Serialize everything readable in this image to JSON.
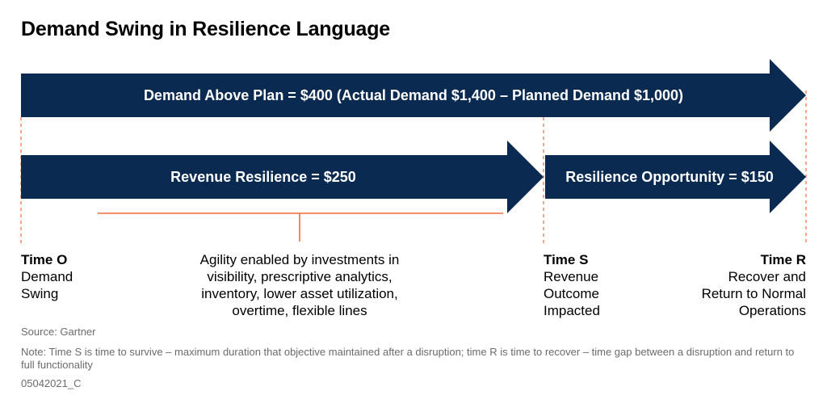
{
  "title": "Demand Swing in Resilience Language",
  "arrows": {
    "demand_above_plan": "Demand Above Plan = $400 (Actual Demand $1,400 – Planned Demand $1,000)",
    "revenue_resilience": "Revenue Resilience = $250",
    "resilience_opportunity": "Resilience Opportunity = $150"
  },
  "timeline": {
    "time_o": {
      "heading": "Time O",
      "text": "Demand\nSwing"
    },
    "time_s": {
      "heading": "Time S",
      "text": "Revenue\nOutcome\nImpacted"
    },
    "time_r": {
      "heading": "Time R",
      "text": "Recover and\nReturn to Normal\nOperations"
    }
  },
  "agility": "Agility enabled by investments in\nvisibility, prescriptive analytics,\ninventory,  lower asset utilization,\novertime, flexible lines",
  "footer": {
    "source": "Source: Gartner",
    "note": "Note: Time S is time to survive – maximum duration that objective maintained after a disruption; time R is time to recover – time gap between a disruption and return to full functionality",
    "code": "05042021_C"
  },
  "colors": {
    "arrow_fill": "#0a2a52",
    "accent_line": "#f26b3a"
  }
}
